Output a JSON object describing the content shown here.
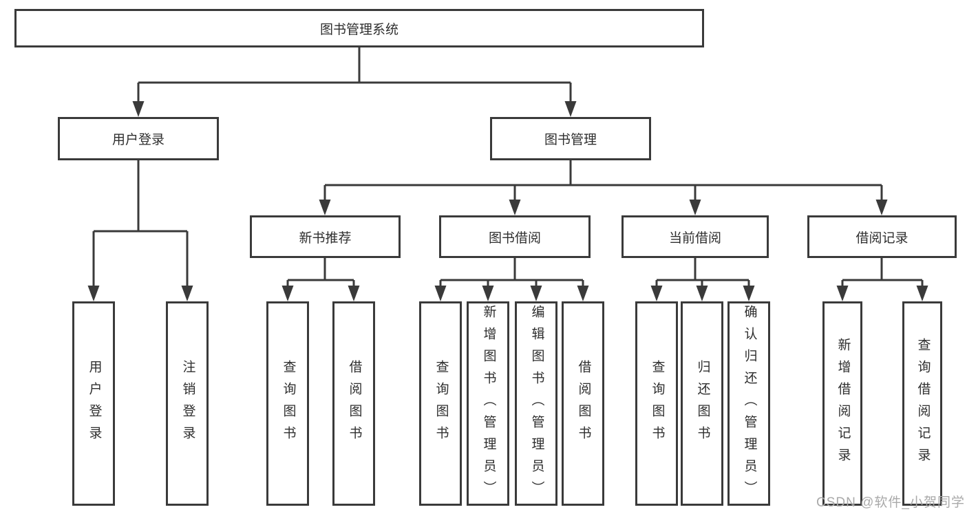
{
  "diagram_title": "图书管理系统",
  "colors": {
    "line": "#3a3a3a",
    "box_border": "#3a3a3a",
    "text": "#2e2e2e",
    "watermark": "#a9a9a9",
    "background": "#ffffff"
  },
  "nodes": {
    "root": "图书管理系统",
    "level2": {
      "user_login": "用户登录",
      "book_management": "图书管理"
    },
    "level3": {
      "new_book_recommend": "新书推荐",
      "book_borrowing": "图书借阅",
      "current_borrowing": "当前借阅",
      "borrowing_records": "借阅记录"
    },
    "leaves": {
      "user_login": "用户登录",
      "logout": "注销登录",
      "recommend_query_books": "查询图书",
      "recommend_borrow_books": "借阅图书",
      "borrowing_query_books": "查询图书",
      "borrowing_add_books": "新增图书（管理员）",
      "borrowing_edit_books": "编辑图书（管理员）",
      "borrowing_borrow_books": "借阅图书",
      "current_query_books": "查询图书",
      "current_return_books": "归还图书",
      "current_confirm_return": "确认归还（管理员）",
      "records_add_record": "新增借阅记录",
      "records_query_record": "查询借阅记录"
    }
  },
  "watermark": "CSDN @软件_小贺同学"
}
